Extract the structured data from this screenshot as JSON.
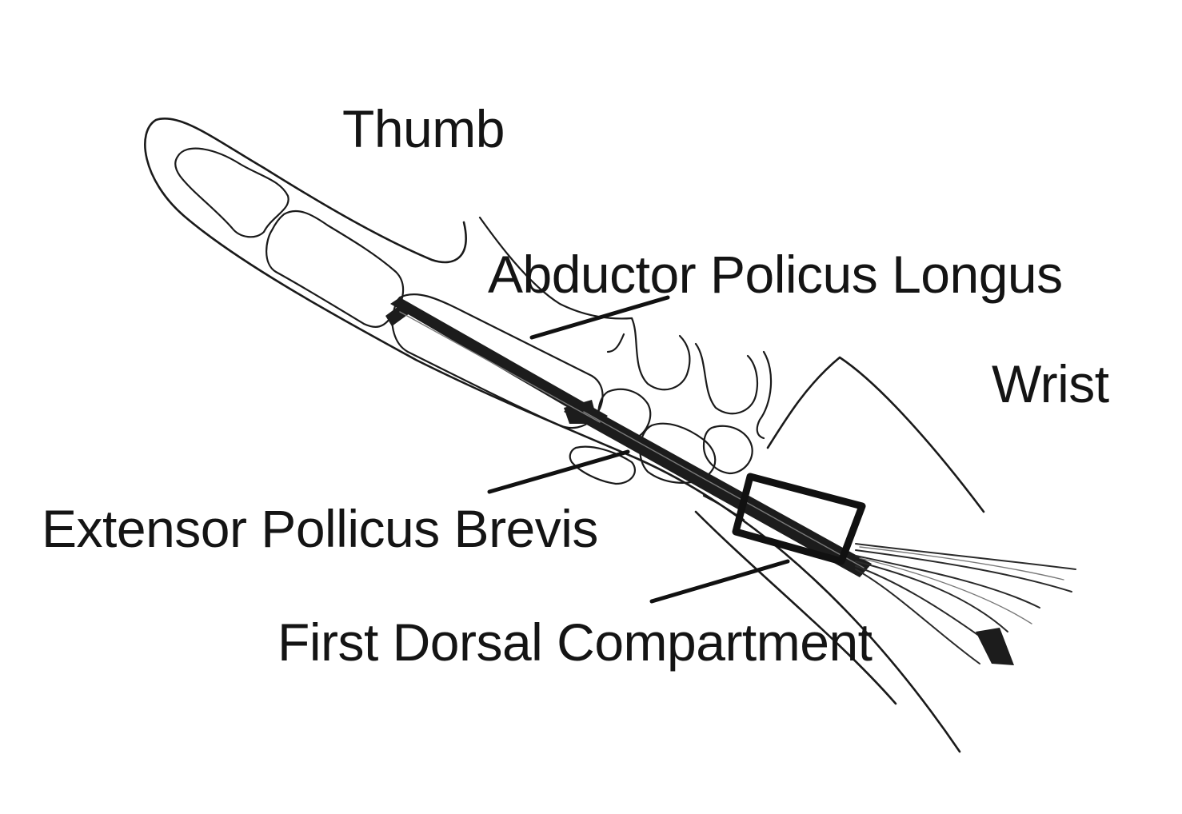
{
  "labels": {
    "thumb": "Thumb",
    "abductor": "Abductor Policus Longus",
    "wrist": "Wrist",
    "extensor": "Extensor Pollicus Brevis",
    "compartment": "First Dorsal Compartment"
  },
  "colors": {
    "ink": "#1a1a1a",
    "background": "#ffffff"
  }
}
